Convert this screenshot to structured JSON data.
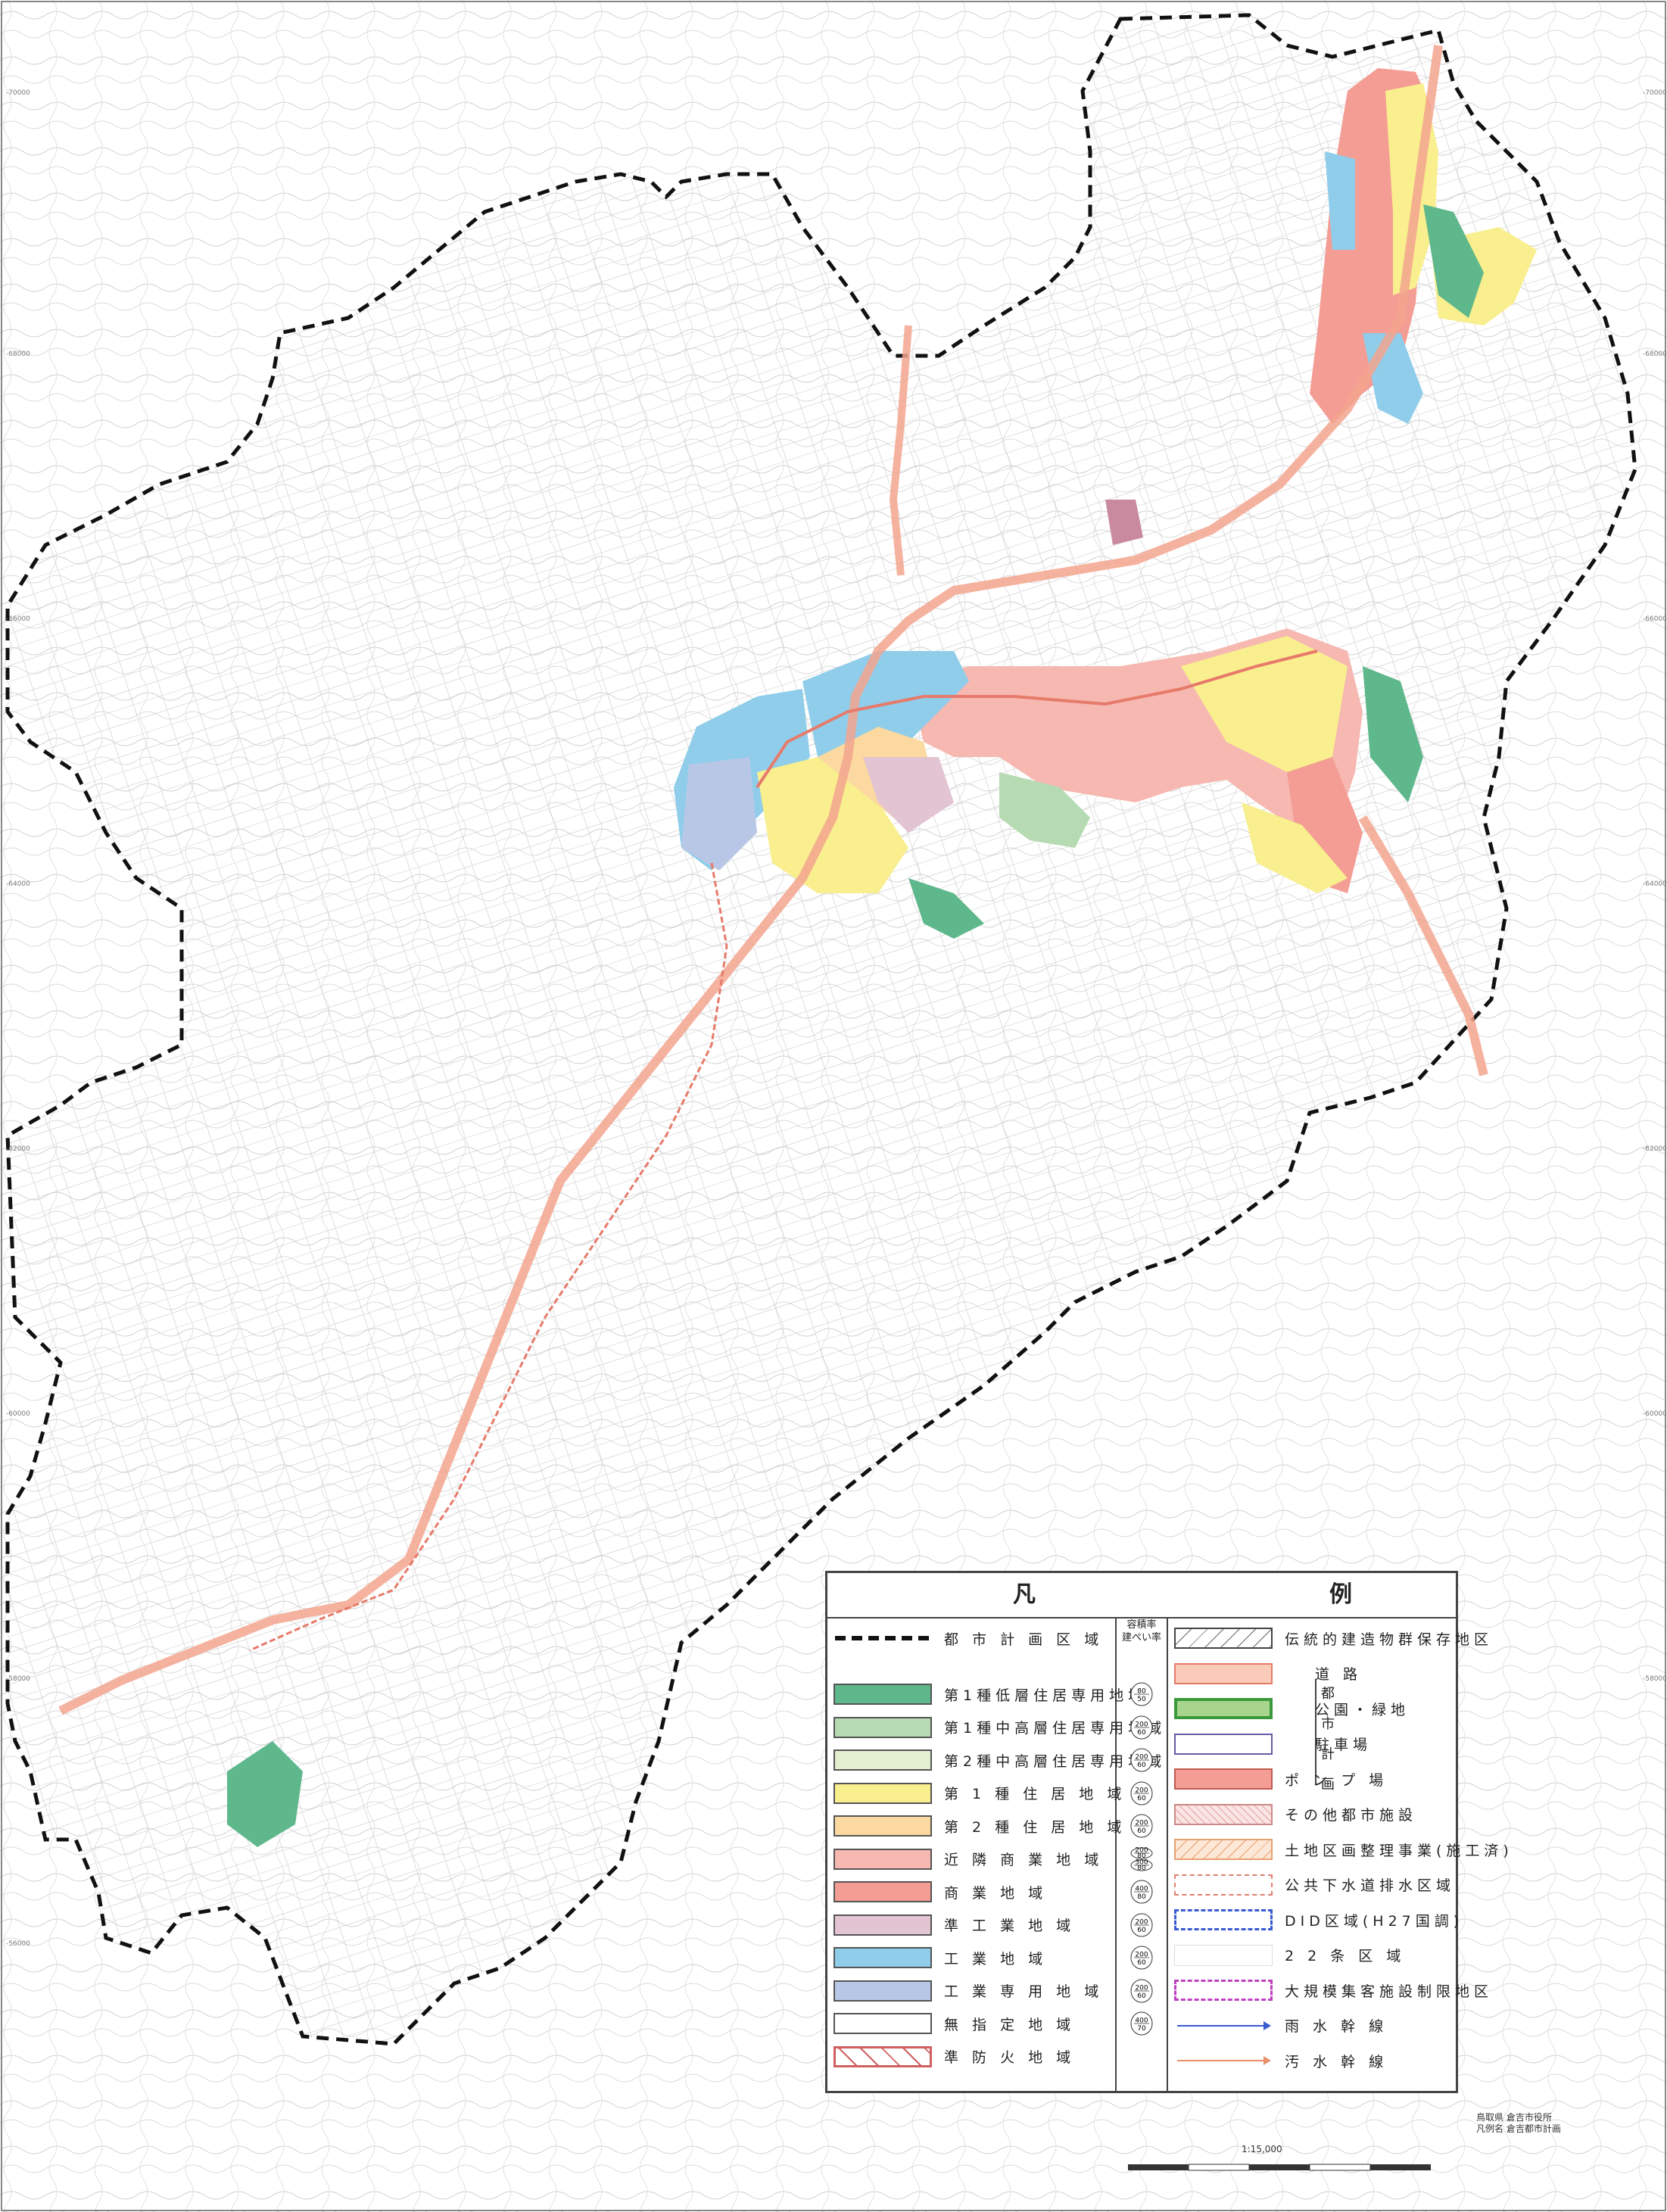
{
  "legend": {
    "title_left": "凡",
    "title_right": "例",
    "ratio_header": "容積率\n建ぺい率",
    "city_plan_vertical": "都\n市\n計\n画",
    "boundary": {
      "label": "都 市 計 画 区 域"
    },
    "zones": [
      {
        "label": "第1種低層住居専用地域",
        "color": "#5fb88c",
        "ratio": [
          "80",
          "50"
        ]
      },
      {
        "label": "第1種中高層住居専用地域",
        "color": "#b6dbb2",
        "ratio": [
          "200",
          "60"
        ]
      },
      {
        "label": "第2種中高層住居専用地域",
        "color": "#e4efcf",
        "ratio": [
          "200",
          "60"
        ]
      },
      {
        "label": "第 1 種 住 居 地 域",
        "color": "#f9ef8e",
        "ratio": [
          "200",
          "60"
        ]
      },
      {
        "label": "第 2 種 住 居 地 域",
        "color": "#fbd9a0",
        "ratio": [
          "200",
          "60"
        ]
      },
      {
        "label": "近 隣 商 業 地 域",
        "color": "#f6b8b0",
        "ratio": [
          "200",
          "80",
          "300",
          "80"
        ]
      },
      {
        "label": "商 業 地 域",
        "color": "#f49d94",
        "ratio": [
          "400",
          "80"
        ]
      },
      {
        "label": "準 工 業 地 域",
        "color": "#e3c4d2",
        "ratio": [
          "200",
          "60"
        ]
      },
      {
        "label": "工 業 地 域",
        "color": "#8fcdea",
        "ratio": [
          "200",
          "60"
        ]
      },
      {
        "label": "工 業 専 用 地 域",
        "color": "#b9c7e6",
        "ratio": [
          "200",
          "60"
        ]
      },
      {
        "label": "無 指 定 地 域",
        "color": "#ffffff",
        "ratio": [
          "400",
          "70"
        ]
      },
      {
        "label": "準 防 火 地 域",
        "color": "#ffffff",
        "ratio": []
      }
    ],
    "facilities": [
      {
        "label": "伝統的建造物群保存地区"
      },
      {
        "label": "道 路"
      },
      {
        "label": "公園・緑地"
      },
      {
        "label": "駐車場"
      },
      {
        "label": "ポ ン プ 場"
      },
      {
        "label": "その他都市施設"
      },
      {
        "label": "土地区画整理事業(施工済)"
      },
      {
        "label": "公共下水道排水区域"
      },
      {
        "label": "DID区域(H27国調)"
      },
      {
        "label": "2 2 条 区 域"
      },
      {
        "label": "大規模集客施設制限地区"
      },
      {
        "label": "雨 水 幹 線"
      },
      {
        "label": "汚 水 幹 線"
      }
    ]
  },
  "issuer": {
    "line1": "鳥取県 倉吉市役所",
    "line2": "凡例名 倉吉都市計画"
  },
  "scale": {
    "label": "1:15,000"
  },
  "colors": {
    "boundary": "#111111",
    "river": "#f3a48e",
    "road": "#e77a6a",
    "grid": "#b5b5b5"
  }
}
